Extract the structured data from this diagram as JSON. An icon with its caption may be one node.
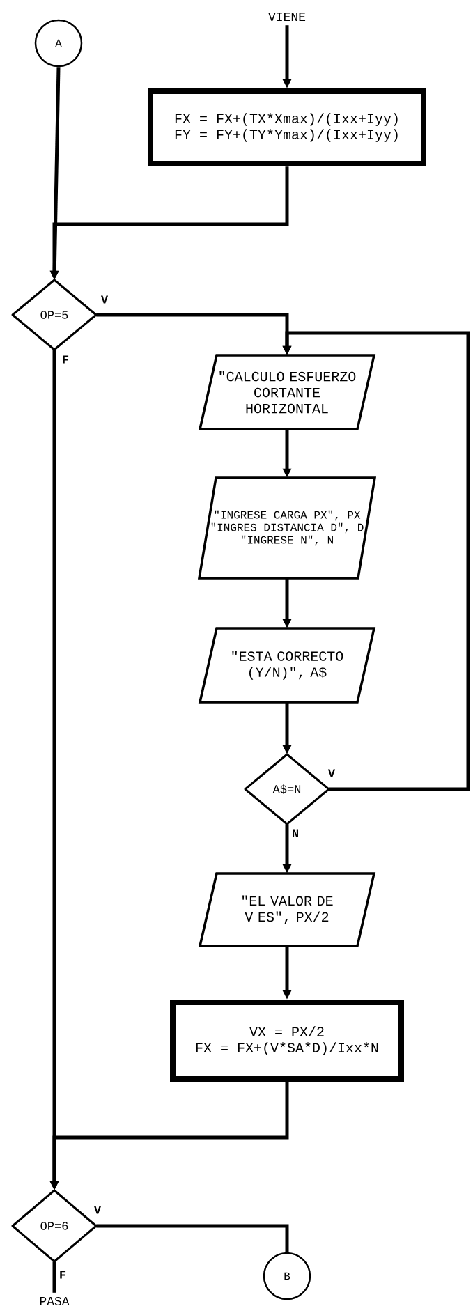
{
  "diagram": {
    "nodes": [
      {
        "text": [
          "VIENE"
        ]
      },
      {
        "text": [
          "A"
        ]
      },
      {
        "text": [
          "FX = FX+(TX*Xmax)/(Ixx+Iyy)",
          "FY = FY+(TY*Ymax)/(Ixx+Iyy)"
        ]
      },
      {
        "text": [
          "OP=5"
        ]
      },
      {
        "text": [
          "\"CALCULO ESFUERZO CORTANTE HORIZONTAL"
        ]
      },
      {
        "text": [
          "\"INGRESE CARGA PX\", PX",
          "\"INGRES DISTANCIA D\", D",
          "\"INGRESE N\", N"
        ]
      },
      {
        "text": [
          "\"ESTA CORRECTO (Y/N)\", A$"
        ]
      },
      {
        "text": [
          "A$=N"
        ]
      },
      {
        "text": [
          "\"EL VALOR DE V ES\", PX/2"
        ]
      },
      {
        "text": [
          "VX = PX/2",
          "FX = FX+(V*SA*D)/Ixx*N"
        ]
      },
      {
        "text": [
          "OP=6"
        ]
      },
      {
        "text": [
          "B"
        ]
      },
      {
        "text": [
          "PASA"
        ]
      }
    ],
    "edges": [
      {
        "from": 0,
        "to": 2,
        "arrow": "to"
      },
      {
        "from": 1,
        "to": 3,
        "arrow": "to"
      },
      {
        "from": 2,
        "to": 3,
        "arrow": "to"
      },
      {
        "from": 3,
        "to": 4,
        "arrow": "to",
        "label": "V"
      },
      {
        "from": 4,
        "to": 5,
        "arrow": "to"
      },
      {
        "from": 5,
        "to": 6,
        "arrow": "to"
      },
      {
        "from": 6,
        "to": 7,
        "arrow": "to"
      },
      {
        "from": 7,
        "to": 4,
        "arrow": "to",
        "label": "V"
      },
      {
        "from": 7,
        "to": 8,
        "arrow": "to",
        "label": "N"
      },
      {
        "from": 8,
        "to": 9,
        "arrow": "to"
      },
      {
        "from": 9,
        "to": 10,
        "arrow": "to"
      },
      {
        "from": 3,
        "to": 10,
        "arrow": "to",
        "label": "F"
      },
      {
        "from": 10,
        "to": 11,
        "arrow": "none",
        "label": "V"
      },
      {
        "from": 10,
        "to": 12,
        "arrow": "none",
        "label": "F"
      }
    ]
  }
}
